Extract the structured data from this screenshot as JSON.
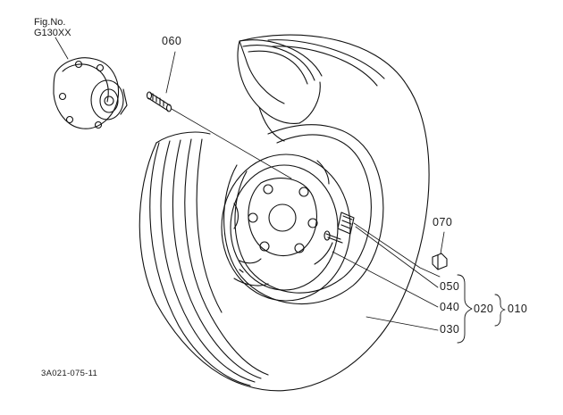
{
  "figure": {
    "fig_label": "Fig.No.",
    "fig_number": "G130XX",
    "drawing_code": "3A021-075-11"
  },
  "callouts": {
    "c060": "060",
    "c070": "070",
    "c050": "050",
    "c040": "040",
    "c030": "030",
    "c020": "020",
    "c010": "010"
  }
}
